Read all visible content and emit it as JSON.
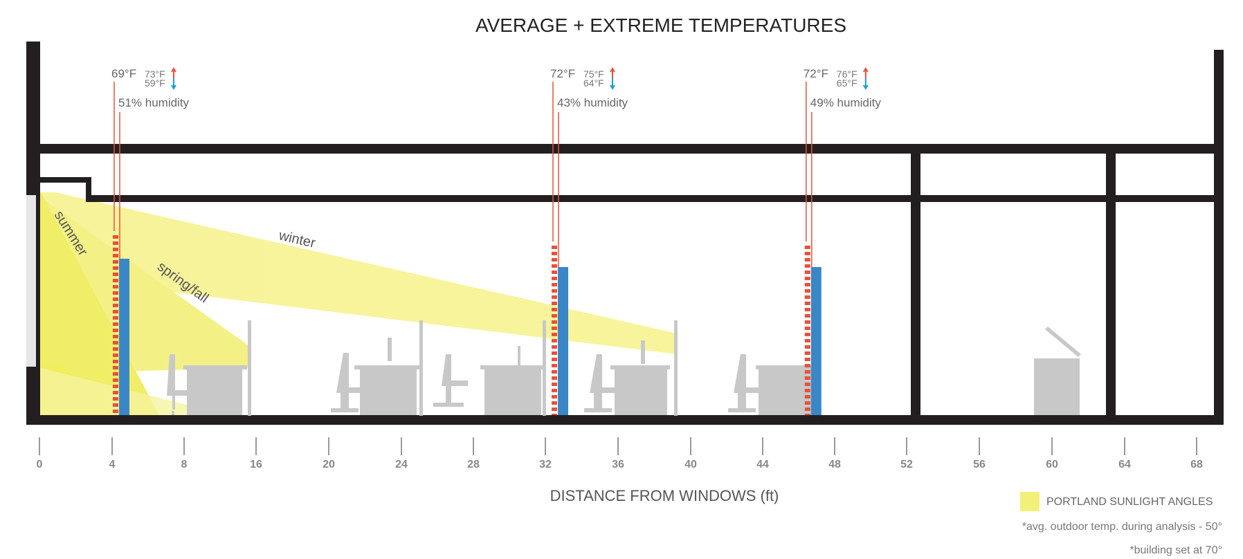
{
  "title": "AVERAGE + EXTREME TEMPERATURES",
  "axis": {
    "title": "DISTANCE FROM WINDOWS  (ft)",
    "ticks": [
      "0",
      "4",
      "8",
      "16",
      "20",
      "24",
      "28",
      "32",
      "36",
      "40",
      "44",
      "48",
      "52",
      "56",
      "60",
      "64",
      "68"
    ]
  },
  "probes": [
    {
      "avg": "69°F",
      "high": "73°F",
      "low": "59°F",
      "humidity": "51% humidity",
      "ft": 4.5
    },
    {
      "avg": "72°F",
      "high": "75°F",
      "low": "64°F",
      "humidity": "43% humidity",
      "ft": 32.8
    },
    {
      "avg": "72°F",
      "high": "76°F",
      "low": "65°F",
      "humidity": "49% humidity",
      "ft": 46.8
    }
  ],
  "sunlight": {
    "summer": "summer",
    "spring_fall": "spring/fall",
    "winter": "winter"
  },
  "legend": {
    "label": "PORTLAND SUNLIGHT ANGLES",
    "color": "#f3f07a"
  },
  "notes": {
    "outdoor": "*avg. outdoor temp. during analysis - 50°",
    "building": "*building set at 70°"
  },
  "colors": {
    "warm": "#e8503a",
    "cool": "#3a87c7",
    "structure": "#231f20",
    "furniture": "#c8c8c8",
    "sun": "#f3f07a",
    "arrow_up": "#e8503a",
    "arrow_down": "#1f9bd1"
  }
}
